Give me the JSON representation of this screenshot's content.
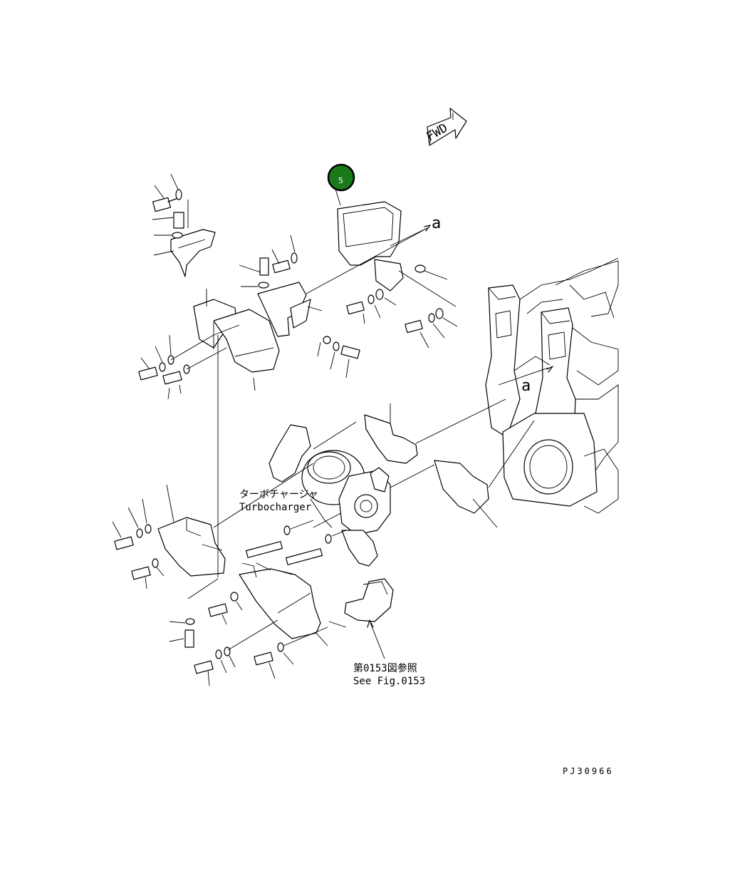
{
  "direction_arrow": {
    "label": "FWD"
  },
  "callout": {
    "number": "5",
    "color": "#1a7a1a"
  },
  "reference_marks": {
    "a_top": "a",
    "a_right": "a"
  },
  "turbocharger_label": {
    "jp": "ターボチャージャ",
    "en": "Turbocharger"
  },
  "see_fig_label": {
    "jp": "第0153図参照",
    "en": "See Fig.0153"
  },
  "drawing_number": "PJ30966"
}
